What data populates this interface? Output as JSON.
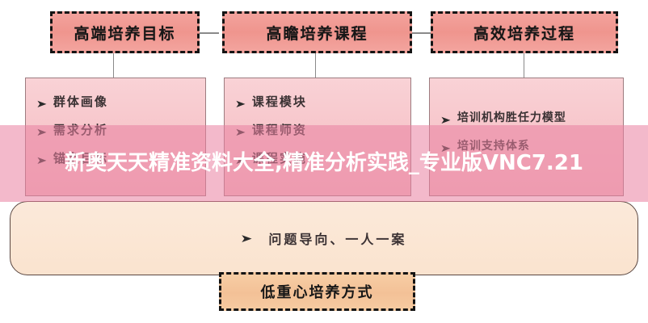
{
  "diagram": {
    "title_row": [
      {
        "id": "goal",
        "label": "高端培养目标"
      },
      {
        "id": "course",
        "label": "高瞻培养课程"
      },
      {
        "id": "process",
        "label": "高效培养过程"
      }
    ],
    "columns": [
      {
        "id": "goal-col",
        "bullet_icon": "arrow-bullet-icon",
        "items": [
          "群体画像",
          "需求分析",
          "锚定目标"
        ]
      },
      {
        "id": "course-col",
        "bullet_icon": "arrow-bullet-icon",
        "items": [
          "课程模块",
          "课程师资",
          "课程实施"
        ]
      },
      {
        "id": "process-col",
        "bullet_icon": "arrow-bullet-icon",
        "items": [
          "培训机构胜任力模型",
          "培训支持体系"
        ]
      }
    ],
    "wide_band": {
      "bullet_icon": "arrow-bullet-icon",
      "label": "问题导向、一人一案"
    },
    "bottom_box": {
      "label": "低重心培养方式"
    }
  },
  "overlay": {
    "text": "新奥天天精准资料大全,精准分析实践_专业版VNC7.21"
  },
  "colors": {
    "header_box_fill": "#ef958e",
    "header_box_border": "#141414",
    "sub_panel_fill": "#f7c6cb",
    "sub_panel_border": "#9d7c80",
    "wide_band_fill": "#fbe6d3",
    "wide_band_border": "#5a4741",
    "bottom_box_fill": "#f3c197",
    "connector": "#8a8a8a",
    "overlay_banner": "#e980a0",
    "overlay_text": "#ffffff"
  }
}
